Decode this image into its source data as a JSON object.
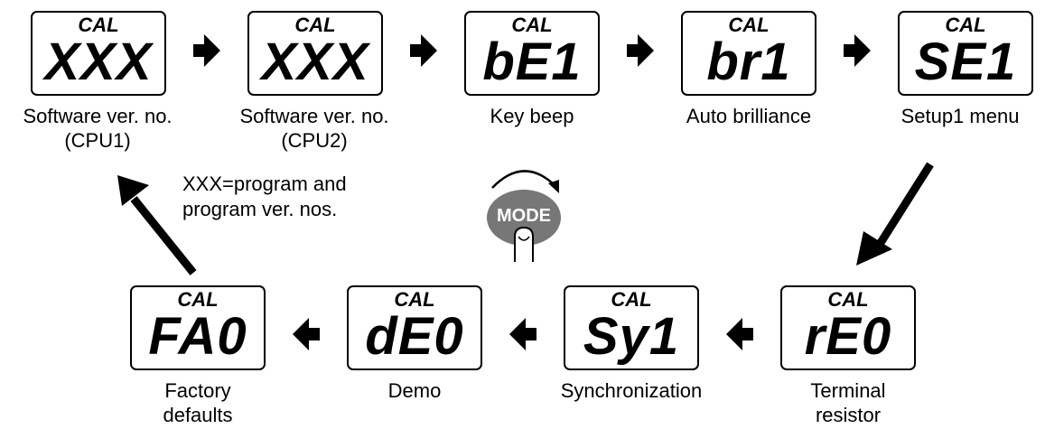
{
  "steps": [
    {
      "cal": "CAL",
      "code": "XXX",
      "label": [
        "Software ver. no.",
        "(CPU1)"
      ]
    },
    {
      "cal": "CAL",
      "code": "XXX",
      "label": [
        "Software ver. no.",
        "(CPU2)"
      ]
    },
    {
      "cal": "CAL",
      "code": "bE1",
      "label": [
        "Key beep"
      ]
    },
    {
      "cal": "CAL",
      "code": "br1",
      "label": [
        "Auto brilliance"
      ]
    },
    {
      "cal": "CAL",
      "code": "SE1",
      "label": [
        "Setup1 menu"
      ]
    },
    {
      "cal": "CAL",
      "code": "rE0",
      "label": [
        "Terminal",
        "resistor"
      ]
    },
    {
      "cal": "CAL",
      "code": "Sy1",
      "label": [
        "Synchronization"
      ]
    },
    {
      "cal": "CAL",
      "code": "dE0",
      "label": [
        "Demo"
      ]
    },
    {
      "cal": "CAL",
      "code": "FA0",
      "label": [
        "Factory",
        "defaults"
      ]
    }
  ],
  "note": [
    "XXX=program and",
    "program ver. nos."
  ],
  "mode_button": {
    "label": "MODE",
    "color": "#777777"
  }
}
